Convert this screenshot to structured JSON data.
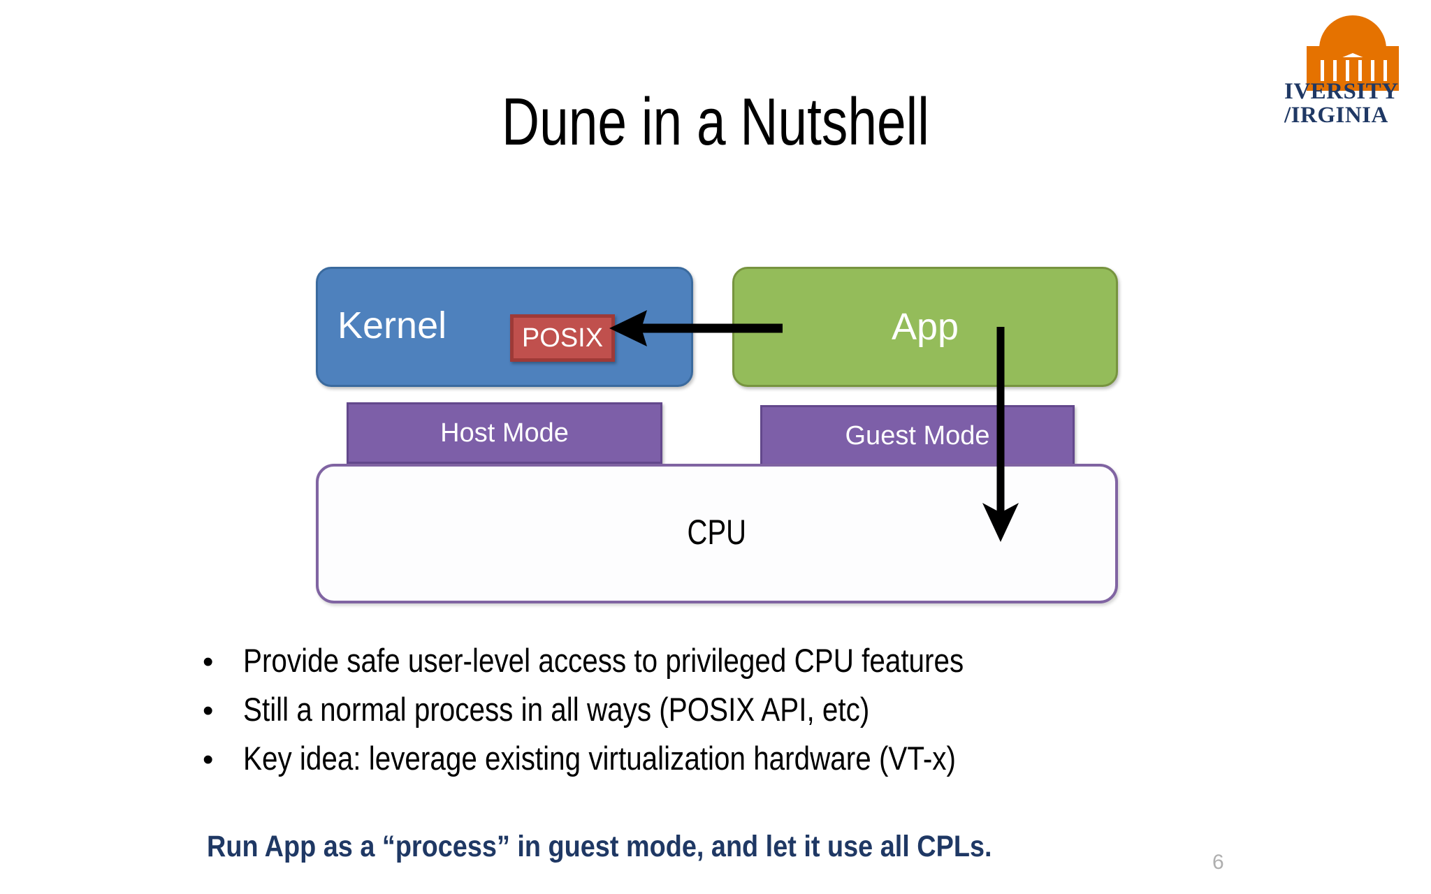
{
  "slide": {
    "title": "Dune in a Nutshell",
    "page_number": "6"
  },
  "logo": {
    "name": "university-of-virginia-logo",
    "wordmark_line1": "IVERSITY",
    "wordmark_line2": "/IRGINIA",
    "rotunda_color": "#E57200",
    "wordmark_color": "#1F3864"
  },
  "diagram": {
    "kernel": {
      "label": "Kernel",
      "fill": "#4E81BD",
      "text_color": "#ffffff"
    },
    "posix": {
      "label": "POSIX",
      "fill": "#C0504D",
      "border": "#9E3A37",
      "text_color": "#ffffff"
    },
    "app": {
      "label": "App",
      "fill": "#94BC5A",
      "text_color": "#ffffff"
    },
    "host_mode": {
      "label": "Host Mode",
      "fill": "#7D5FA8",
      "text_color": "#ffffff"
    },
    "guest_mode": {
      "label": "Guest Mode",
      "fill": "#7D5FA8",
      "text_color": "#ffffff"
    },
    "cpu": {
      "label": "CPU",
      "fill": "#FDFDFE",
      "border": "#8064A2",
      "text_color": "#000000"
    },
    "arrows": [
      {
        "name": "app-to-posix-arrow",
        "direction": "left",
        "color": "#000000"
      },
      {
        "name": "app-to-cpu-arrow",
        "direction": "down",
        "color": "#000000"
      }
    ]
  },
  "bullets": [
    {
      "marker": "•",
      "text": "Provide safe user-level access to privileged CPU features"
    },
    {
      "marker": "•",
      "text": "Still a normal process in all ways (POSIX API, etc)"
    },
    {
      "marker": "•",
      "text": "Key idea: leverage existing virtualization hardware (VT-x)"
    }
  ],
  "conclusion": "Run App as a “process” in guest mode, and let it use all CPLs."
}
